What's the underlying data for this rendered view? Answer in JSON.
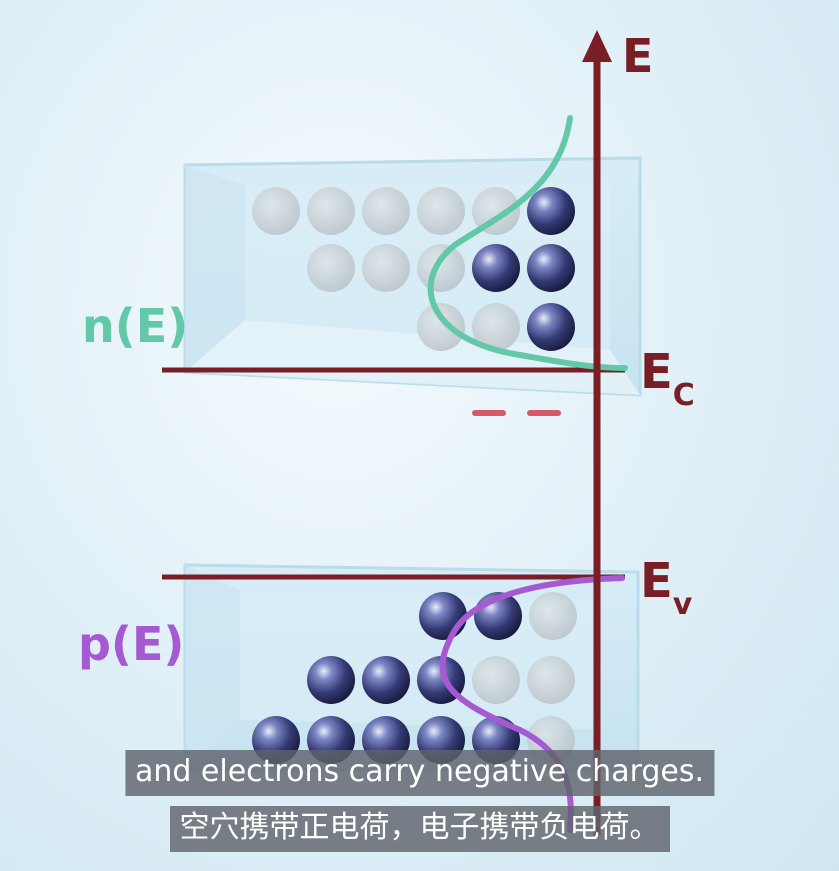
{
  "axis": {
    "label": "E"
  },
  "levels": {
    "conduction": {
      "base": "E",
      "sub": "C"
    },
    "valence": {
      "base": "E",
      "sub": "v"
    }
  },
  "curves": {
    "electron_density": {
      "label": "n(E)",
      "color": "#62c8a8"
    },
    "hole_density": {
      "label": "p(E)",
      "color": "#a65ad2"
    }
  },
  "colors": {
    "axis": "#7a1e26",
    "level_line": "#7a1e26",
    "fermi_marks": "#d45a6a",
    "particle": "#3b3f78",
    "empty_state": "#bfc6cb"
  },
  "conduction_band": {
    "rows": [
      [
        "empty",
        "empty",
        "empty",
        "empty",
        "empty",
        "electron"
      ],
      [
        "empty",
        "empty",
        "empty",
        "electron",
        "electron"
      ],
      [
        "empty",
        "empty",
        "electron"
      ]
    ]
  },
  "valence_band": {
    "rows": [
      [
        "electron",
        "electron",
        "empty"
      ],
      [
        "electron",
        "electron",
        "electron",
        "empty",
        "empty"
      ],
      [
        "electron",
        "electron",
        "electron",
        "electron",
        "electron",
        "empty"
      ]
    ]
  },
  "subtitles": {
    "english": "and electrons carry negative charges.",
    "chinese": "空穴携带正电荷，电子携带负电荷。"
  }
}
